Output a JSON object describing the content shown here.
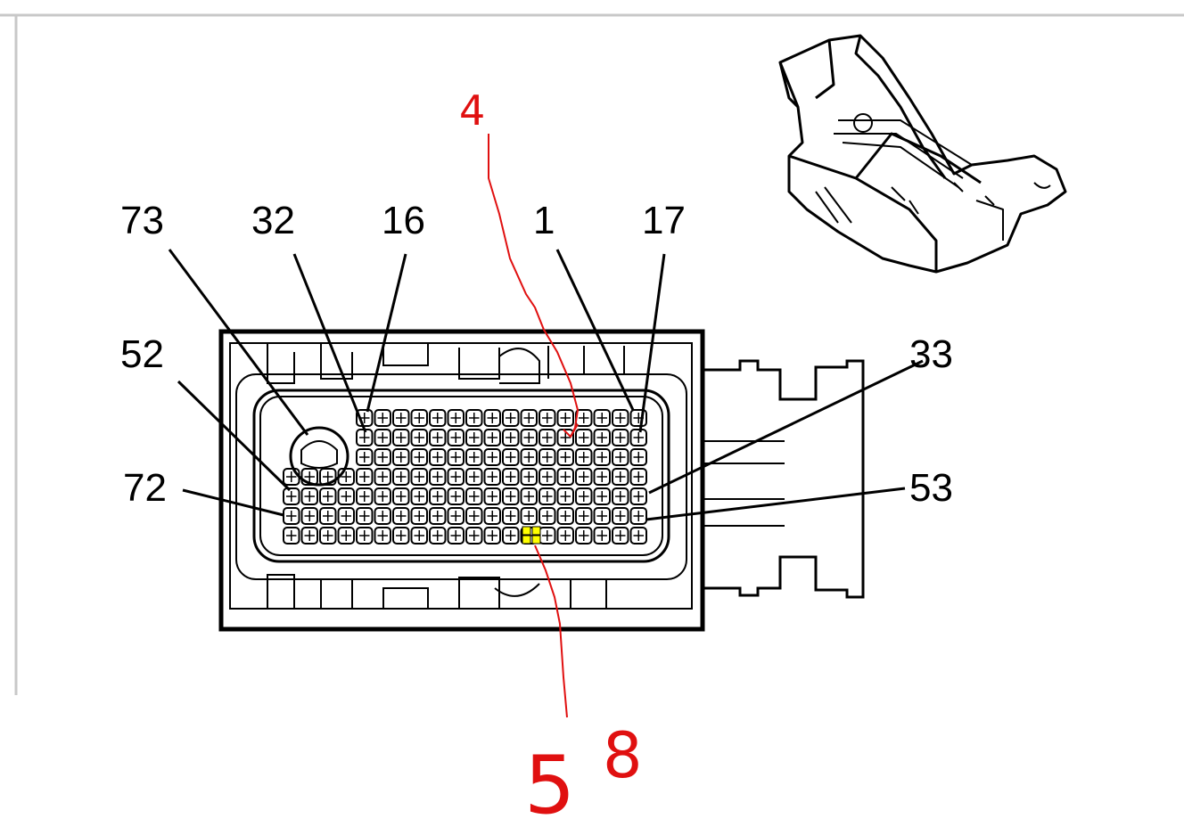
{
  "diagram": {
    "pin_labels": {
      "p73": "73",
      "p32": "32",
      "p16": "16",
      "p1": "1",
      "p17": "17",
      "p52": "52",
      "p33": "33",
      "p72": "72",
      "p53": "53"
    },
    "annotations": {
      "top": "4",
      "bottom_left": "5",
      "bottom_right": "8"
    },
    "colors": {
      "line": "#000000",
      "annotation": "#e01010",
      "highlight": "#ffff00"
    }
  }
}
